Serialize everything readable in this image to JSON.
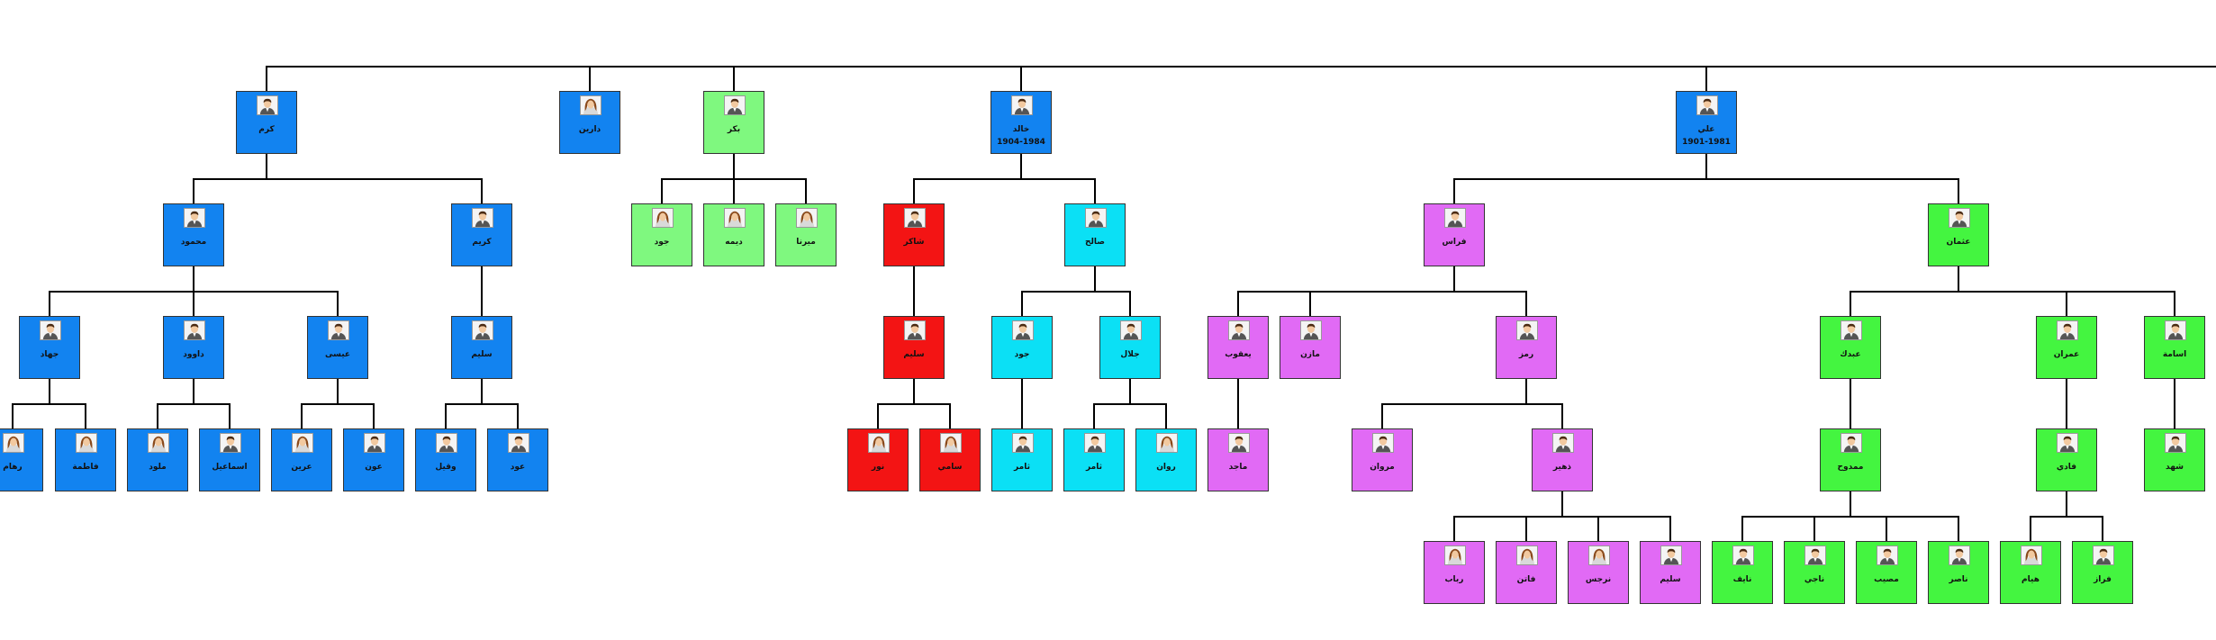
{
  "colors": {
    "blue": "#1283f0",
    "green1": "#7ff87f",
    "red": "#f31414",
    "cyan": "#0be0f5",
    "magenta": "#e16af5",
    "green2": "#44f540"
  },
  "nodes": [
    {
      "id": "n1",
      "name": "كرم",
      "color": "#1283f0",
      "gender": "m"
    },
    {
      "id": "n2",
      "name": "دارين",
      "color": "#1283f0",
      "gender": "f"
    },
    {
      "id": "n3",
      "name": "بكر",
      "color": "#7ff87f",
      "gender": "m"
    },
    {
      "id": "n4",
      "name": "خالد",
      "dates": "1904-1984",
      "color": "#1283f0",
      "gender": "m"
    },
    {
      "id": "n5",
      "name": "علي",
      "dates": "1901-1981",
      "color": "#1283f0",
      "gender": "m"
    },
    {
      "id": "n6",
      "name": "محمود",
      "color": "#1283f0",
      "gender": "m"
    },
    {
      "id": "n7",
      "name": "كريم",
      "color": "#1283f0",
      "gender": "m"
    },
    {
      "id": "n8",
      "name": "جود",
      "color": "#7ff87f",
      "gender": "f"
    },
    {
      "id": "n9",
      "name": "ديمه",
      "color": "#7ff87f",
      "gender": "f"
    },
    {
      "id": "n10",
      "name": "ميرنا",
      "color": "#7ff87f",
      "gender": "f"
    },
    {
      "id": "n11",
      "name": "شاكر",
      "color": "#f31414",
      "gender": "m"
    },
    {
      "id": "n12",
      "name": "صالح",
      "color": "#0be0f5",
      "gender": "m"
    },
    {
      "id": "n13",
      "name": "فراس",
      "color": "#e16af5",
      "gender": "m"
    },
    {
      "id": "n14",
      "name": "عثمان",
      "color": "#44f540",
      "gender": "m"
    },
    {
      "id": "n15",
      "name": "جهاد",
      "color": "#1283f0",
      "gender": "m"
    },
    {
      "id": "n16",
      "name": "داوود",
      "color": "#1283f0",
      "gender": "m"
    },
    {
      "id": "n17",
      "name": "عيسى",
      "color": "#1283f0",
      "gender": "m"
    },
    {
      "id": "n18",
      "name": "سليم",
      "color": "#1283f0",
      "gender": "m"
    },
    {
      "id": "n19",
      "name": "سليم",
      "color": "#f31414",
      "gender": "m"
    },
    {
      "id": "n20",
      "name": "جود",
      "color": "#0be0f5",
      "gender": "m"
    },
    {
      "id": "n21",
      "name": "جلال",
      "color": "#0be0f5",
      "gender": "m"
    },
    {
      "id": "n22",
      "name": "يعقوب",
      "color": "#e16af5",
      "gender": "m"
    },
    {
      "id": "n23",
      "name": "مازن",
      "color": "#e16af5",
      "gender": "m"
    },
    {
      "id": "n24",
      "name": "رمز",
      "color": "#e16af5",
      "gender": "m"
    },
    {
      "id": "n25",
      "name": "عبدك",
      "color": "#44f540",
      "gender": "m"
    },
    {
      "id": "n26",
      "name": "عمران",
      "color": "#44f540",
      "gender": "m"
    },
    {
      "id": "n27",
      "name": "اسامة",
      "color": "#44f540",
      "gender": "m"
    },
    {
      "id": "n28",
      "name": "رهام",
      "color": "#1283f0",
      "gender": "f"
    },
    {
      "id": "n29",
      "name": "فاطمة",
      "color": "#1283f0",
      "gender": "f"
    },
    {
      "id": "n30",
      "name": "ملود",
      "color": "#1283f0",
      "gender": "f"
    },
    {
      "id": "n31",
      "name": "اسماعيل",
      "color": "#1283f0",
      "gender": "m"
    },
    {
      "id": "n32",
      "name": "عرين",
      "color": "#1283f0",
      "gender": "f"
    },
    {
      "id": "n33",
      "name": "عون",
      "color": "#1283f0",
      "gender": "m"
    },
    {
      "id": "n34",
      "name": "وقيل",
      "color": "#1283f0",
      "gender": "m"
    },
    {
      "id": "n35",
      "name": "عود",
      "color": "#1283f0",
      "gender": "m"
    },
    {
      "id": "n36",
      "name": "نور",
      "color": "#f31414",
      "gender": "f"
    },
    {
      "id": "n37",
      "name": "سامي",
      "color": "#f31414",
      "gender": "f"
    },
    {
      "id": "n38",
      "name": "ثامر",
      "color": "#0be0f5",
      "gender": "m"
    },
    {
      "id": "n39",
      "name": "ثامر",
      "color": "#0be0f5",
      "gender": "m"
    },
    {
      "id": "n40",
      "name": "روان",
      "color": "#0be0f5",
      "gender": "f"
    },
    {
      "id": "n41",
      "name": "ماجد",
      "color": "#e16af5",
      "gender": "m"
    },
    {
      "id": "n42",
      "name": "مروان",
      "color": "#e16af5",
      "gender": "m"
    },
    {
      "id": "n43",
      "name": "ذهير",
      "color": "#e16af5",
      "gender": "m"
    },
    {
      "id": "n44",
      "name": "ممدوح",
      "color": "#44f540",
      "gender": "m"
    },
    {
      "id": "n45",
      "name": "فادي",
      "color": "#44f540",
      "gender": "m"
    },
    {
      "id": "n46",
      "name": "شهد",
      "color": "#44f540",
      "gender": "m"
    },
    {
      "id": "n47",
      "name": "رباب",
      "color": "#e16af5",
      "gender": "f"
    },
    {
      "id": "n48",
      "name": "فاتن",
      "color": "#e16af5",
      "gender": "f"
    },
    {
      "id": "n49",
      "name": "نرجس",
      "color": "#e16af5",
      "gender": "f"
    },
    {
      "id": "n50",
      "name": "سليم",
      "color": "#e16af5",
      "gender": "m"
    },
    {
      "id": "n51",
      "name": "نايف",
      "color": "#44f540",
      "gender": "m"
    },
    {
      "id": "n52",
      "name": "ناجي",
      "color": "#44f540",
      "gender": "m"
    },
    {
      "id": "n53",
      "name": "مصيب",
      "color": "#44f540",
      "gender": "m"
    },
    {
      "id": "n54",
      "name": "ناصر",
      "color": "#44f540",
      "gender": "m"
    },
    {
      "id": "n55",
      "name": "هيام",
      "color": "#44f540",
      "gender": "f"
    },
    {
      "id": "n56",
      "name": "فراز",
      "color": "#44f540",
      "gender": "m"
    }
  ],
  "edges": [
    [
      "n1",
      "n6"
    ],
    [
      "n1",
      "n7"
    ],
    [
      "n3",
      "n8"
    ],
    [
      "n3",
      "n9"
    ],
    [
      "n3",
      "n10"
    ],
    [
      "n4",
      "n11"
    ],
    [
      "n4",
      "n12"
    ],
    [
      "n5",
      "n13"
    ],
    [
      "n5",
      "n14"
    ],
    [
      "n6",
      "n15"
    ],
    [
      "n6",
      "n16"
    ],
    [
      "n6",
      "n17"
    ],
    [
      "n7",
      "n18"
    ],
    [
      "n11",
      "n19"
    ],
    [
      "n12",
      "n20"
    ],
    [
      "n12",
      "n21"
    ],
    [
      "n13",
      "n22"
    ],
    [
      "n13",
      "n23"
    ],
    [
      "n13",
      "n24"
    ],
    [
      "n14",
      "n25"
    ],
    [
      "n14",
      "n26"
    ],
    [
      "n14",
      "n27"
    ],
    [
      "n15",
      "n28"
    ],
    [
      "n15",
      "n29"
    ],
    [
      "n16",
      "n30"
    ],
    [
      "n16",
      "n31"
    ],
    [
      "n17",
      "n32"
    ],
    [
      "n17",
      "n33"
    ],
    [
      "n18",
      "n34"
    ],
    [
      "n18",
      "n35"
    ],
    [
      "n19",
      "n36"
    ],
    [
      "n19",
      "n37"
    ],
    [
      "n20",
      "n38"
    ],
    [
      "n21",
      "n39"
    ],
    [
      "n21",
      "n40"
    ],
    [
      "n22",
      "n41"
    ],
    [
      "n24",
      "n42"
    ],
    [
      "n24",
      "n43"
    ],
    [
      "n25",
      "n44"
    ],
    [
      "n26",
      "n45"
    ],
    [
      "n27",
      "n46"
    ],
    [
      "n43",
      "n47"
    ],
    [
      "n43",
      "n48"
    ],
    [
      "n43",
      "n49"
    ],
    [
      "n43",
      "n50"
    ],
    [
      "n44",
      "n51"
    ],
    [
      "n44",
      "n52"
    ],
    [
      "n44",
      "n53"
    ],
    [
      "n44",
      "n54"
    ],
    [
      "n45",
      "n55"
    ],
    [
      "n45",
      "n56"
    ]
  ],
  "roots": [
    "n1",
    "n2",
    "n3",
    "n4",
    "n5"
  ]
}
